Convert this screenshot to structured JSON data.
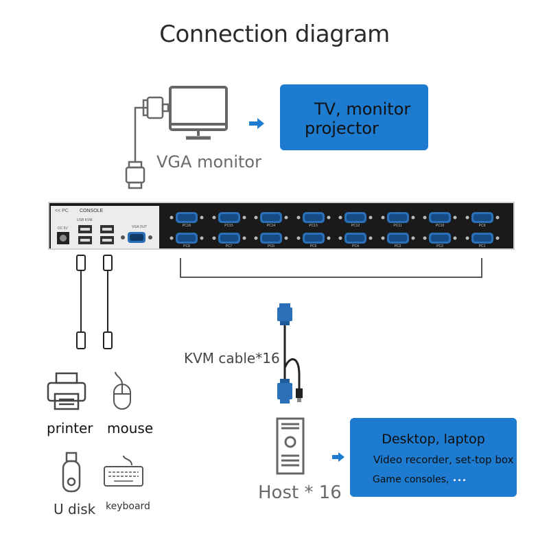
{
  "title": "Connection diagram",
  "monitor": {
    "label": "VGA monitor",
    "icon": "monitor-icon"
  },
  "output_box": {
    "line1": "TV, monitor",
    "line2": "projector"
  },
  "kvm_panel": {
    "left_tag": "<< PC",
    "console_label": "CONSOLE",
    "usb_label": "USB KVM",
    "dc_label": "DC 5V",
    "vga_out_label": "VGA OUT",
    "ports_top": [
      "PC16",
      "PC15",
      "PC14",
      "PC13",
      "PC12",
      "PC11",
      "PC10",
      "PC9"
    ],
    "ports_bottom": [
      "PC8",
      "PC7",
      "PC6",
      "PC5",
      "PC4",
      "PC3",
      "PC2",
      "PC1"
    ]
  },
  "cable": {
    "label": "KVM cable*16"
  },
  "host": {
    "label": "Host * 16"
  },
  "host_box": {
    "line1": "Desktop, laptop",
    "line2": "Video recorder, set-top box",
    "line3": "Game consoles,",
    "line4": "..."
  },
  "peripherals": [
    {
      "label": "printer",
      "icon": "printer-icon"
    },
    {
      "label": "mouse",
      "icon": "mouse-icon"
    },
    {
      "label": "U disk",
      "icon": "usb-drive-icon"
    },
    {
      "label": "keyboard",
      "icon": "keyboard-icon"
    }
  ],
  "colors": {
    "accent_blue": "#1d7bd0",
    "device_black": "#1a1a1a",
    "panel_gray": "#ececec",
    "vga_blue": "#2a6fb7"
  }
}
